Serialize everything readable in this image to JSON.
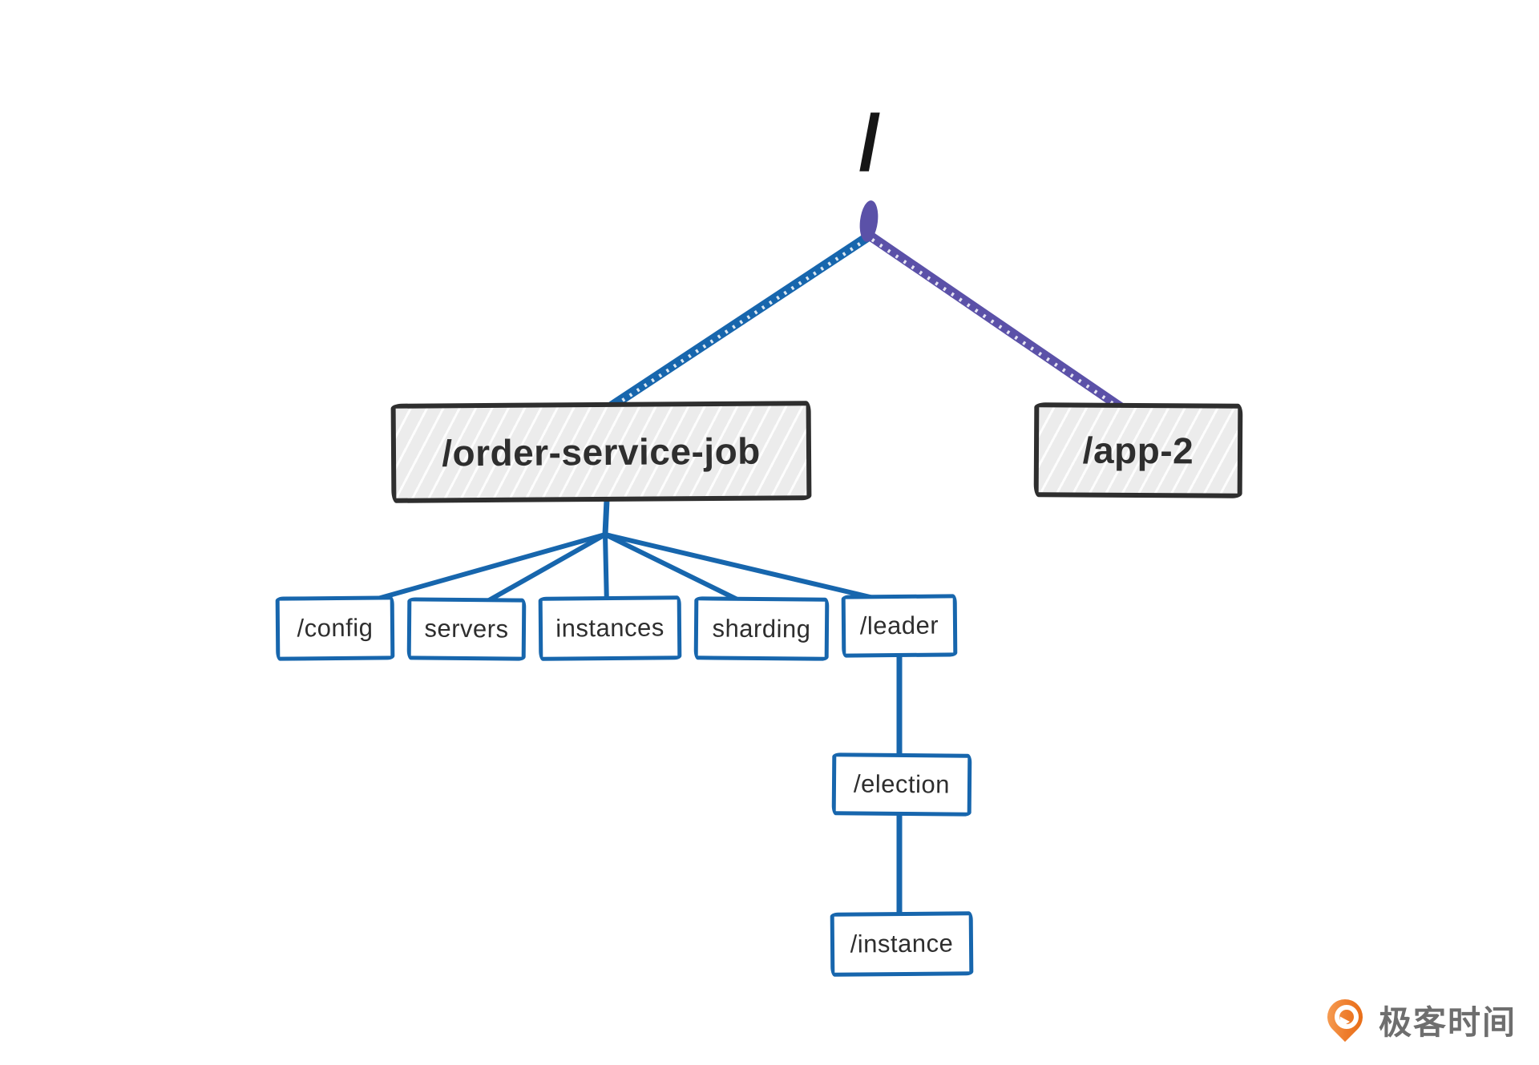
{
  "colors": {
    "edge_blue": "#1766ad",
    "edge_purple": "#5b51a8",
    "root_box_border": "#2e2e2e",
    "root_box_fill": "#ececec",
    "child_box_border": "#1766ad",
    "label_text": "#2e2e2e",
    "logo_orange": "#ee7c2b",
    "logo_text_gray": "#6e6e6e"
  },
  "nodes": {
    "root": {
      "label": "/"
    },
    "order_service_job": {
      "label": "/order-service-job"
    },
    "app2": {
      "label": "/app-2"
    },
    "config": {
      "label": "/config"
    },
    "servers": {
      "label": "servers"
    },
    "instances": {
      "label": "instances"
    },
    "sharding": {
      "label": "sharding"
    },
    "leader": {
      "label": "/leader"
    },
    "election": {
      "label": "/election"
    },
    "instance": {
      "label": "/instance"
    }
  },
  "edges": [
    {
      "from": "/",
      "to": "/order-service-job",
      "color": "#1766ad"
    },
    {
      "from": "/",
      "to": "/app-2",
      "color": "#5b51a8"
    },
    {
      "from": "/order-service-job",
      "to": "/config",
      "color": "#1766ad"
    },
    {
      "from": "/order-service-job",
      "to": "servers",
      "color": "#1766ad"
    },
    {
      "from": "/order-service-job",
      "to": "instances",
      "color": "#1766ad"
    },
    {
      "from": "/order-service-job",
      "to": "sharding",
      "color": "#1766ad"
    },
    {
      "from": "/order-service-job",
      "to": "/leader",
      "color": "#1766ad"
    },
    {
      "from": "/leader",
      "to": "/election",
      "color": "#1766ad"
    },
    {
      "from": "/election",
      "to": "/instance",
      "color": "#1766ad"
    }
  ],
  "branding": {
    "logo_text": "极客时间"
  }
}
